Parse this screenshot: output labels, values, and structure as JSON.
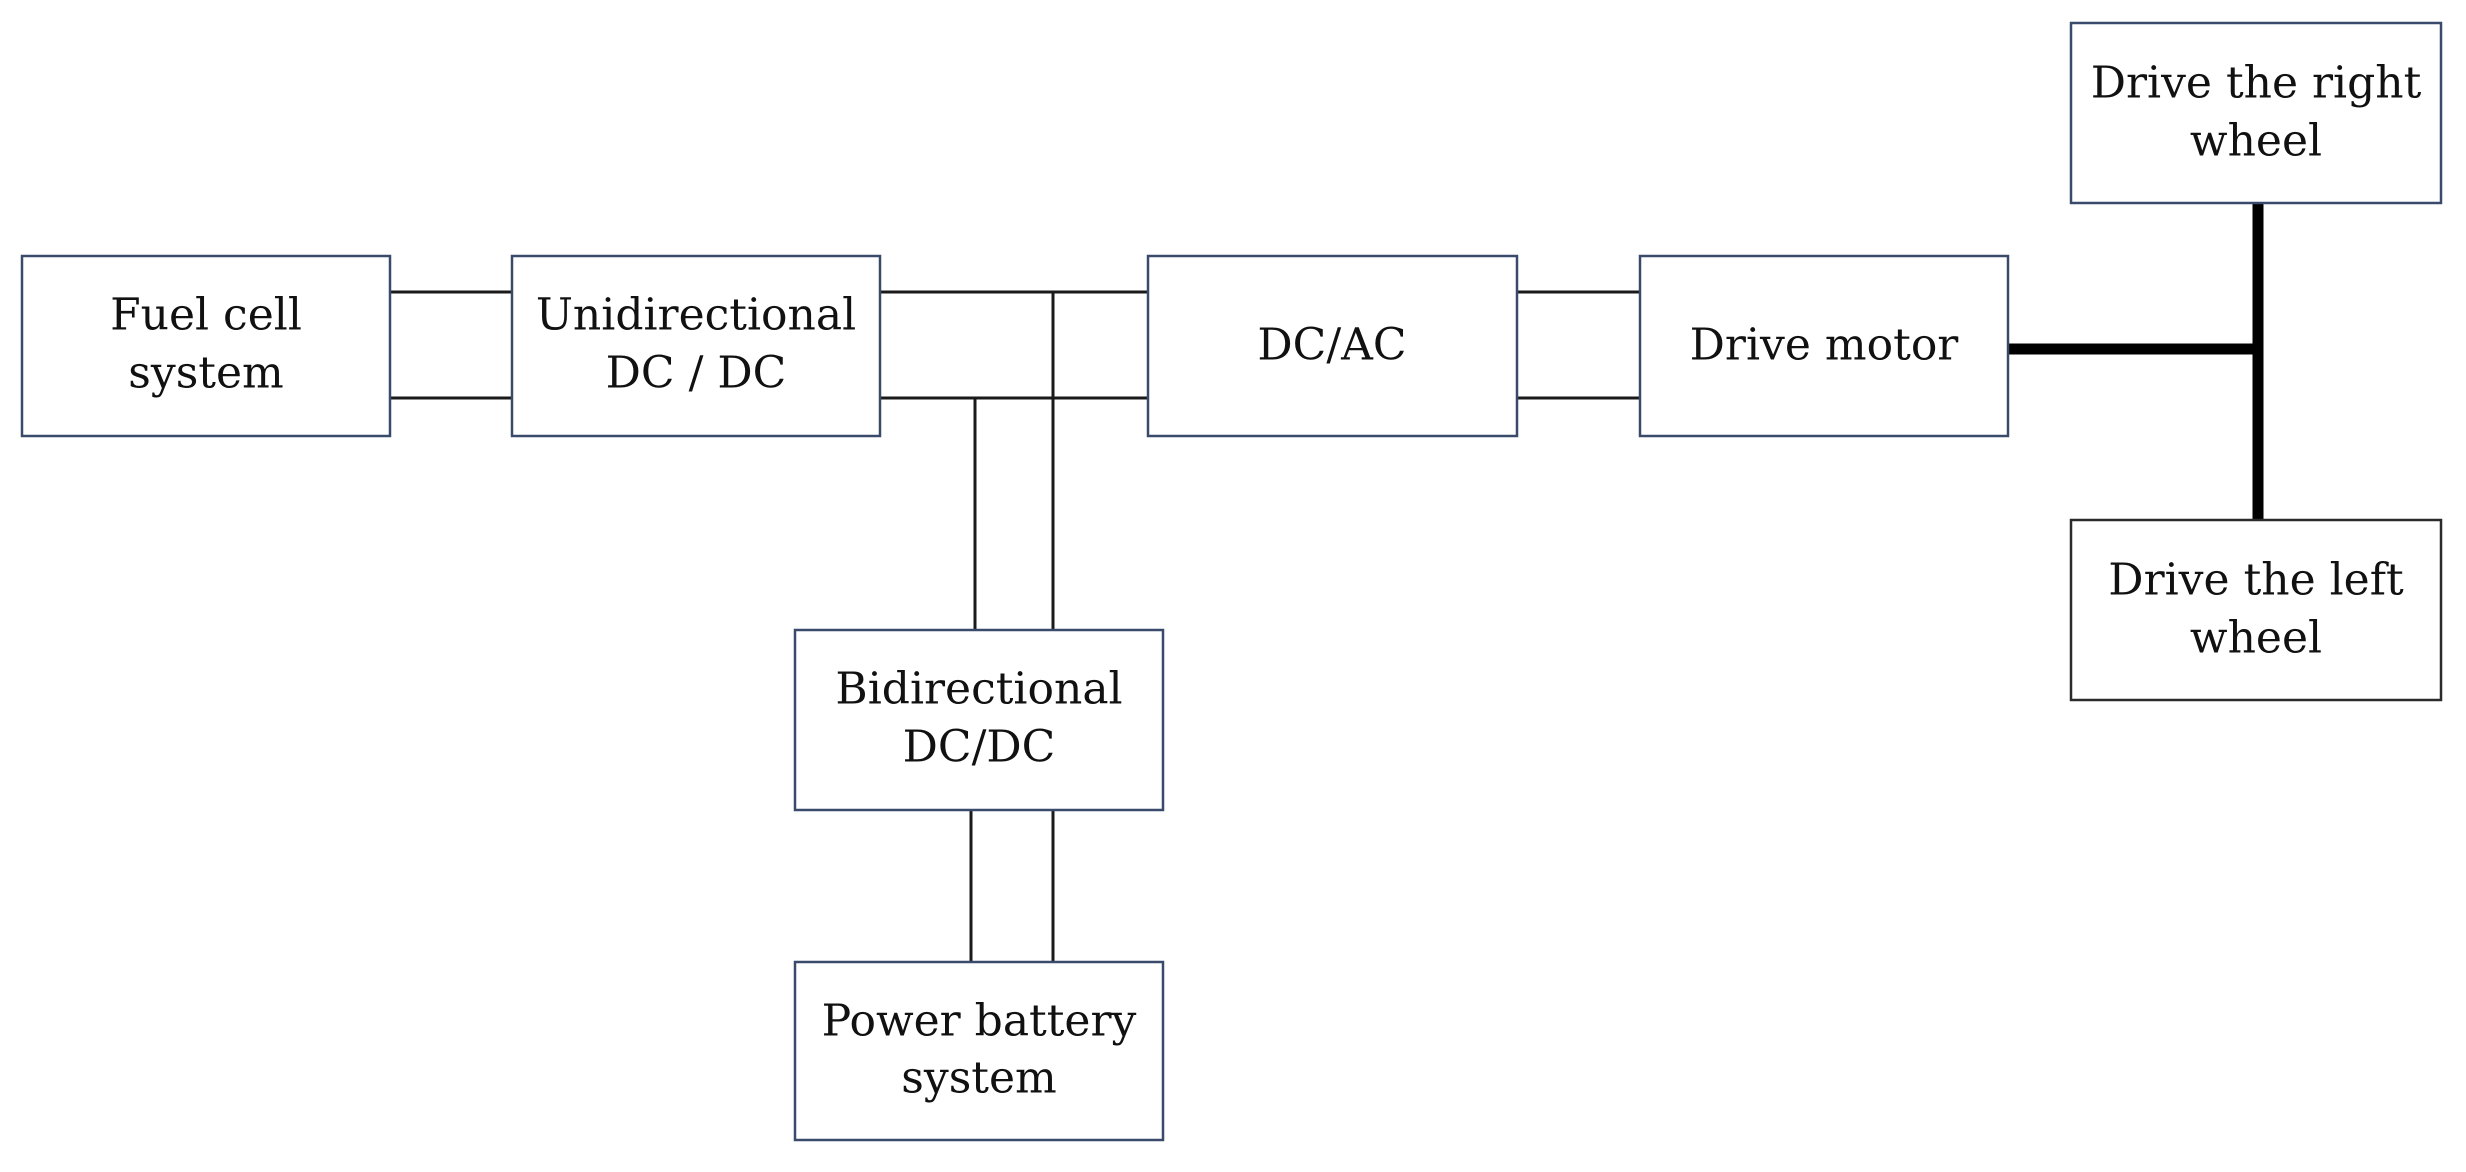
{
  "colors": {
    "blue_box_border": "#3a4a6b",
    "gray_box_border": "#2b2b2b",
    "wire": "#1a1a1a",
    "shaft": "#000000"
  },
  "blocks": {
    "fuel_cell": {
      "line1": "Fuel cell",
      "line2": "system"
    },
    "unidirectional_dcdc": {
      "line1": "Unidirectional",
      "line2": "DC / DC"
    },
    "dcac": {
      "line1": "DC/AC"
    },
    "drive_motor": {
      "line1": "Drive motor"
    },
    "right_wheel": {
      "line1": "Drive the right",
      "line2": "wheel"
    },
    "left_wheel": {
      "line1": "Drive the left",
      "line2": "wheel"
    },
    "bidirectional_dcdc": {
      "line1": "Bidirectional",
      "line2": "DC/DC"
    },
    "power_battery": {
      "line1": "Power battery",
      "line2": "system"
    }
  }
}
